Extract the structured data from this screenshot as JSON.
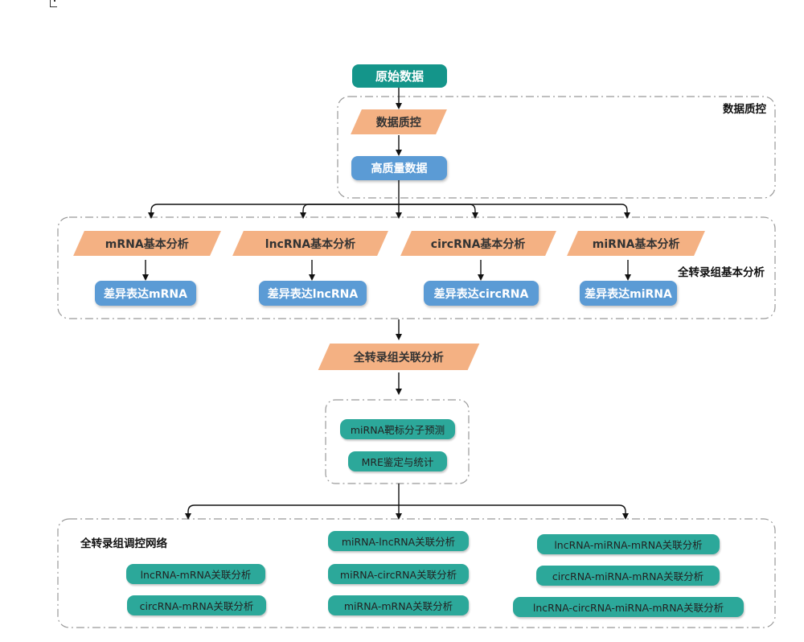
{
  "nodes": {
    "raw_data": "原始数据",
    "qc": "数据质控",
    "hq_data": "高质量数据",
    "mrna_basic": "mRNA基本分析",
    "lncrna_basic": "lncRNA基本分析",
    "circrna_basic": "circRNA基本分析",
    "mirna_basic": "miRNA基本分析",
    "de_mrna": "差异表达mRNA",
    "de_lncrna": "差异表达lncRNA",
    "de_circrna": "差异表达circRNA",
    "de_mirna": "差异表达miRNA",
    "assoc": "全转录组关联分析",
    "target_pred": "miRNA靶标分子预测",
    "mre": "MRE鉴定与统计",
    "lnc_m": "lncRNA-mRNA关联分析",
    "circ_m": "circRNA-mRNA关联分析",
    "mi_lnc": "miRNA-lncRNA关联分析",
    "mi_circ": "miRNA-circRNA关联分析",
    "mi_m": "miRNA-mRNA关联分析",
    "lnc_mi_m": "lncRNA-miRNA-mRNA关联分析",
    "circ_mi_m": "circRNA-miRNA-mRNA关联分析",
    "lnc_circ_mi_m": "lncRNA-circRNA-miRNA-mRNA关联分析"
  },
  "groups": {
    "qc_label": "数据质控",
    "basic_label": "全转录组基本分析",
    "network_label": "全转录组调控网络"
  },
  "colors": {
    "teal_dark": "#14958a",
    "blue": "#5b9bd5",
    "orange": "#f4b183",
    "teal_pill": "#2ca89a"
  }
}
